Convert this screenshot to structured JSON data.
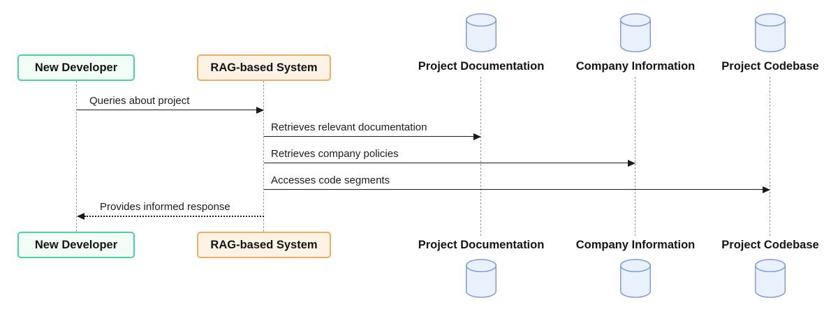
{
  "diagram_type": "sequence",
  "participants": [
    {
      "label": "New Developer",
      "type": "actor",
      "color_variant": "green"
    },
    {
      "label": "RAG-based System",
      "type": "actor",
      "color_variant": "orange"
    },
    {
      "label": "Project Documentation",
      "type": "database"
    },
    {
      "label": "Company Information",
      "type": "database"
    },
    {
      "label": "Project Codebase",
      "type": "database"
    }
  ],
  "messages": [
    {
      "label": "Queries about project",
      "from": "New Developer",
      "to": "RAG-based System",
      "line_style": "solid",
      "direction": "right"
    },
    {
      "label": "Retrieves relevant documentation",
      "from": "RAG-based System",
      "to": "Project Documentation",
      "line_style": "solid",
      "direction": "right"
    },
    {
      "label": "Retrieves company policies",
      "from": "RAG-based System",
      "to": "Company Information",
      "line_style": "solid",
      "direction": "right"
    },
    {
      "label": "Accesses code segments",
      "from": "RAG-based System",
      "to": "Project Codebase",
      "line_style": "solid",
      "direction": "right"
    },
    {
      "label": "Provides informed response",
      "from": "RAG-based System",
      "to": "New Developer",
      "line_style": "dotted",
      "direction": "left"
    }
  ],
  "colors": {
    "actor_green_bg": "#f2fdf7",
    "actor_green_border": "#4dd39e",
    "actor_orange_bg": "#fdf3e5",
    "actor_orange_border": "#f0ad66",
    "database_fill": "#e9f1fc",
    "database_stroke": "#7d99e0",
    "lifeline": "#9a9a9a",
    "message_line": "#1b1b1b",
    "text": "#141414",
    "background": "#ffffff"
  }
}
